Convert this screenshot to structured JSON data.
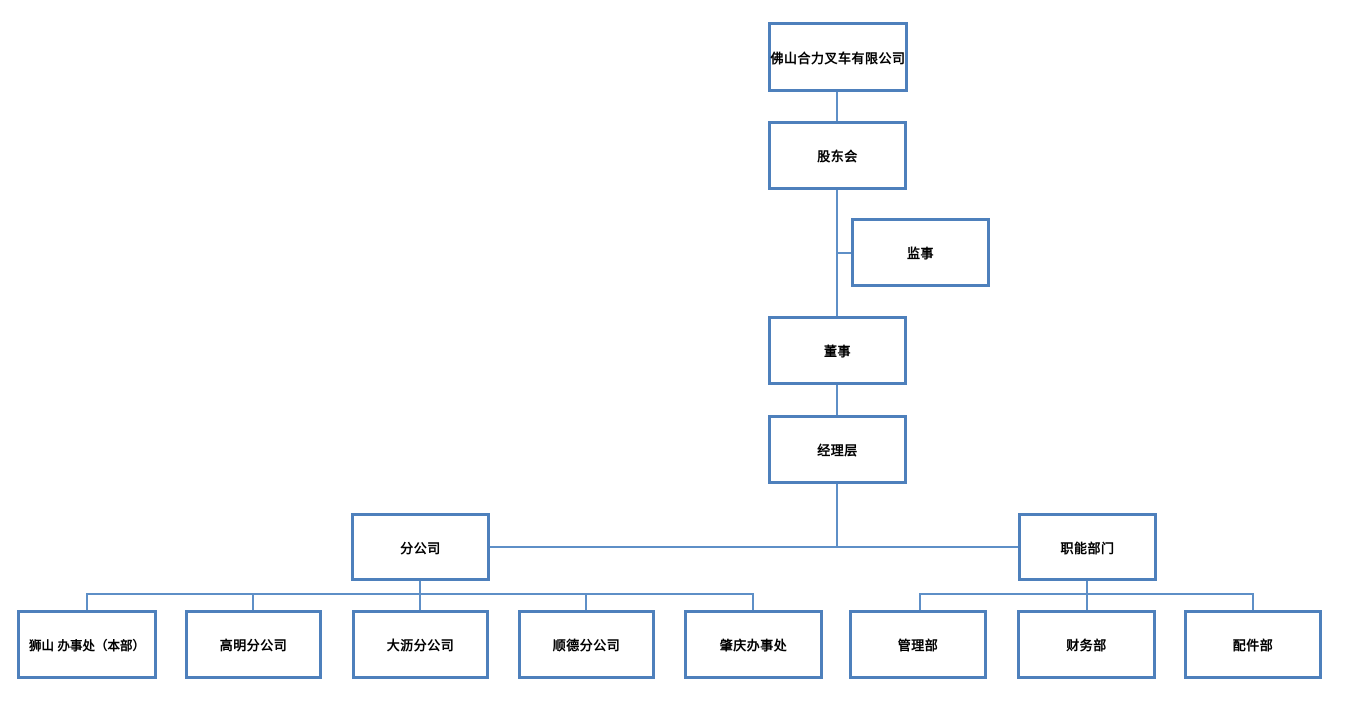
{
  "diagram": {
    "type": "org-chart",
    "background": "#ffffff",
    "colors": {
      "box_border": "#4e80bc",
      "connector_line": "#5e8fc7",
      "text": "#000000"
    },
    "nodes": {
      "company": {
        "label": "佛山合力叉车有限公司",
        "level": 1
      },
      "shareholders": {
        "label": "股东会",
        "level": 2
      },
      "supervisor": {
        "label": "监事",
        "level": 3
      },
      "director": {
        "label": "董事",
        "level": 3
      },
      "management": {
        "label": "经理层",
        "level": 4
      },
      "branches": {
        "label": "分公司",
        "level": 5
      },
      "functional": {
        "label": "职能部门",
        "level": 5
      },
      "shishan": {
        "label": "狮山 办事处（本部）",
        "level": 6
      },
      "gaoming": {
        "label": "高明分公司",
        "level": 6
      },
      "dali": {
        "label": "大沥分公司",
        "level": 6
      },
      "shunde": {
        "label": "顺德分公司",
        "level": 6
      },
      "zhaoqing": {
        "label": "肇庆办事处",
        "level": 6
      },
      "admin": {
        "label": "管理部",
        "level": 6
      },
      "finance": {
        "label": "财务部",
        "level": 6
      },
      "parts": {
        "label": "配件部",
        "level": 6
      }
    },
    "edges": [
      {
        "from": "佛山合力叉车有限公司",
        "to": "股东会"
      },
      {
        "from": "股东会",
        "to": "监事"
      },
      {
        "from": "股东会",
        "to": "董事"
      },
      {
        "from": "董事",
        "to": "经理层"
      },
      {
        "from": "经理层",
        "to": "分公司"
      },
      {
        "from": "经理层",
        "to": "职能部门"
      },
      {
        "from": "分公司",
        "to": "狮山 办事处（本部）"
      },
      {
        "from": "分公司",
        "to": "高明分公司"
      },
      {
        "from": "分公司",
        "to": "大沥分公司"
      },
      {
        "from": "分公司",
        "to": "顺德分公司"
      },
      {
        "from": "分公司",
        "to": "肇庆办事处"
      },
      {
        "from": "职能部门",
        "to": "管理部"
      },
      {
        "from": "职能部门",
        "to": "财务部"
      },
      {
        "from": "职能部门",
        "to": "配件部"
      }
    ]
  }
}
